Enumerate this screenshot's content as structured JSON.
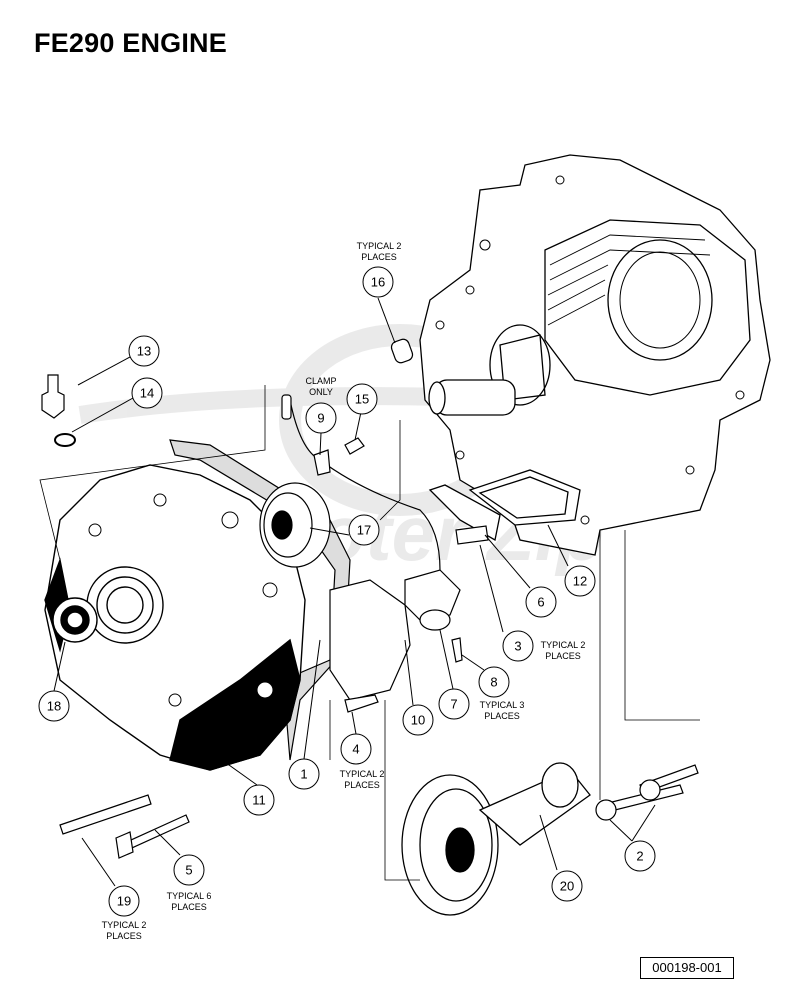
{
  "title": "FE290 ENGINE",
  "part_number": "000198-001",
  "watermark": "Scooter Zip",
  "callouts": [
    {
      "id": "c1",
      "number": "1"
    },
    {
      "id": "c2",
      "number": "2"
    },
    {
      "id": "c3",
      "number": "3"
    },
    {
      "id": "c4",
      "number": "4"
    },
    {
      "id": "c5",
      "number": "5"
    },
    {
      "id": "c6",
      "number": "6"
    },
    {
      "id": "c7",
      "number": "7"
    },
    {
      "id": "c8",
      "number": "8"
    },
    {
      "id": "c9",
      "number": "9"
    },
    {
      "id": "c10",
      "number": "10"
    },
    {
      "id": "c11",
      "number": "11"
    },
    {
      "id": "c12",
      "number": "12"
    },
    {
      "id": "c13",
      "number": "13"
    },
    {
      "id": "c14",
      "number": "14"
    },
    {
      "id": "c15",
      "number": "15"
    },
    {
      "id": "c16",
      "number": "16"
    },
    {
      "id": "c17",
      "number": "17"
    },
    {
      "id": "c18",
      "number": "18"
    },
    {
      "id": "c19",
      "number": "19"
    },
    {
      "id": "c20",
      "number": "20"
    }
  ],
  "notes": {
    "n16": [
      "TYPICAL 2",
      "PLACES"
    ],
    "n9": [
      "CLAMP",
      "ONLY"
    ],
    "n3": [
      "TYPICAL 2",
      "PLACES"
    ],
    "n8": [
      "TYPICAL 3",
      "PLACES"
    ],
    "n4": [
      "TYPICAL 2",
      "PLACES"
    ],
    "n5": [
      "TYPICAL 6",
      "PLACES"
    ],
    "n19": [
      "TYPICAL 2",
      "PLACES"
    ]
  }
}
